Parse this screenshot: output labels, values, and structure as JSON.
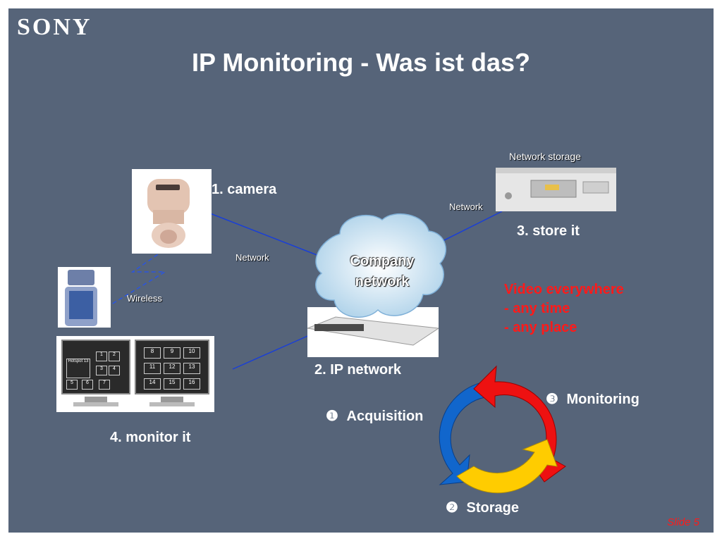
{
  "logo": "SONY",
  "title": "IP Monitoring - Was ist das?",
  "labels": {
    "camera": "1. camera",
    "network_left": "Network",
    "wireless": "Wireless",
    "network_storage": "Network storage",
    "network_right": "Network",
    "store_it": "3. store it",
    "ip_network": "2. IP network",
    "monitor_it": "4. monitor it",
    "cloud_line1": "Company",
    "cloud_line2": "network"
  },
  "video": {
    "line1": "Video everywhere",
    "line2": "- any time",
    "line3": "- any place"
  },
  "cycle": {
    "acquisition": "Acquisition",
    "acquisition_num": "❶",
    "storage": "Storage",
    "storage_num": "❷",
    "monitoring": "Monitoring",
    "monitoring_num": "❸"
  },
  "monitor_cells_left": [
    "Hotspot 13",
    "1",
    "2",
    "3",
    "4",
    "5",
    "6",
    "7"
  ],
  "monitor_cells_right": [
    "8",
    "9",
    "10",
    "11",
    "12",
    "13",
    "14",
    "15",
    "16"
  ],
  "footer": "Slide 5",
  "colors": {
    "background": "#566479",
    "accent_red": "#ff1a1a",
    "link_blue": "#1a3fd6",
    "cycle_blue": "#1166cc",
    "cycle_red": "#ee1111",
    "cycle_yellow": "#ffcc00"
  }
}
